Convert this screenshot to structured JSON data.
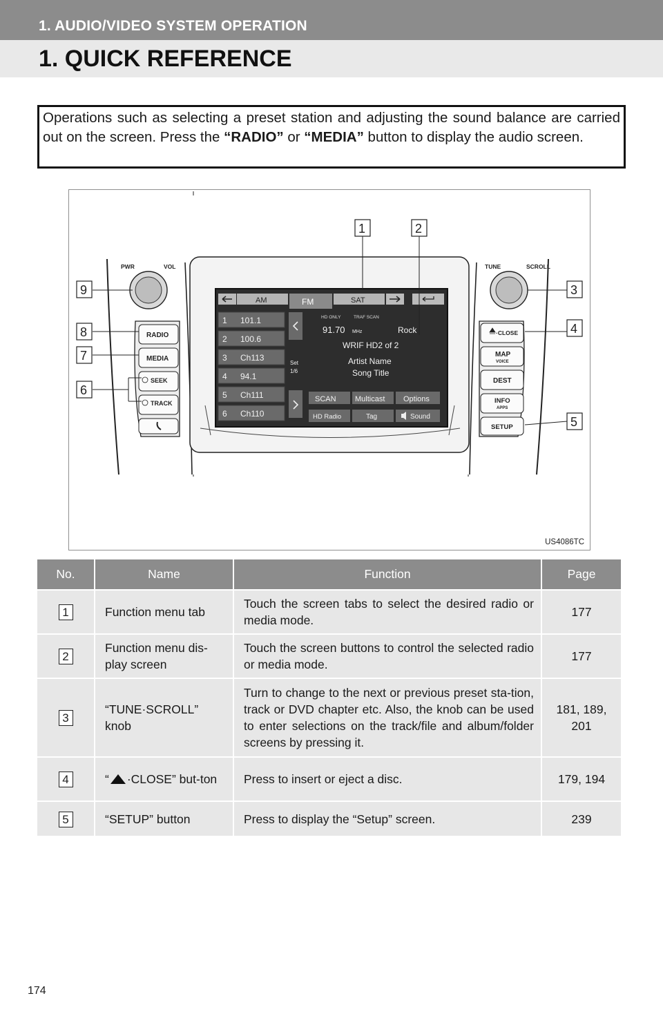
{
  "header": {
    "section": "1. AUDIO/VIDEO SYSTEM OPERATION",
    "title": "1. QUICK REFERENCE"
  },
  "intro": {
    "text_before": "Operations such as selecting a preset station and adjusting the sound balance are carried out on the screen. Press the ",
    "radio": "“RADIO”",
    "or": " or ",
    "media": "“MEDIA”",
    "text_after": " button to display the audio screen."
  },
  "figure": {
    "code": "US4086TC",
    "callouts": [
      "1",
      "2",
      "3",
      "4",
      "5",
      "6",
      "7",
      "8",
      "9"
    ],
    "left_panel": {
      "pwr": "PWR",
      "vol": "VOL",
      "radio": "RADIO",
      "media": "MEDIA",
      "seek": "SEEK",
      "track": "TRACK"
    },
    "right_panel": {
      "tune": "TUNE",
      "scroll": "SCROLL",
      "close": "·CLOSE",
      "map": "MAP",
      "voice": "VOICE",
      "dest": "DEST",
      "info": "INFO",
      "apps": "APPS",
      "setup": "SETUP"
    },
    "screen": {
      "tabs": [
        "AM",
        "FM",
        "SAT"
      ],
      "presets": [
        {
          "num": "1",
          "freq": "101.1"
        },
        {
          "num": "2",
          "freq": "100.6"
        },
        {
          "num": "3",
          "freq": "Ch113"
        },
        {
          "num": "4",
          "freq": "94.1"
        },
        {
          "num": "5",
          "freq": "Ch111"
        },
        {
          "num": "6",
          "freq": "Ch110"
        }
      ],
      "set_label": "Set",
      "set_page": "1/6",
      "hd_only": "HD ONLY",
      "traf_scan": "TRAF SCAN",
      "frequency": "91.70",
      "unit": "MHz",
      "genre": "Rock",
      "station": "WRIF HD2 of 2",
      "artist": "Artist Name",
      "song": "Song Title",
      "buttons_row1": [
        "SCAN",
        "Multicast",
        "Options"
      ],
      "buttons_row2": [
        "HD Radio",
        "Tag",
        "Sound"
      ]
    }
  },
  "table": {
    "headers": [
      "No.",
      "Name",
      "Function",
      "Page"
    ],
    "rows": [
      {
        "no": "1",
        "name": "Function menu tab",
        "function": "Touch the screen tabs to select the desired radio or media mode.",
        "page": "177"
      },
      {
        "no": "2",
        "name": "Function menu dis-\nplay screen",
        "function": "Touch the screen buttons to control the selected radio or media mode.",
        "page": "177"
      },
      {
        "no": "3",
        "name": "“TUNE·SCROLL” knob",
        "function": "Turn to change to the next or previous preset sta-tion, track or DVD chapter etc. Also, the knob can be used to enter selections on the track/file and album/folder screens by pressing it.",
        "page": "181, 189, 201"
      },
      {
        "no": "4",
        "name_open": "“",
        "name_rest": "·CLOSE” but-ton",
        "eject_icon": "eject-icon",
        "function": "Press to insert or eject a disc.",
        "page": "179, 194"
      },
      {
        "no": "5",
        "name": "“SETUP” button",
        "function": "Press to display the “Setup” screen.",
        "page": "239"
      }
    ]
  },
  "footer": {
    "page_number": "174"
  }
}
